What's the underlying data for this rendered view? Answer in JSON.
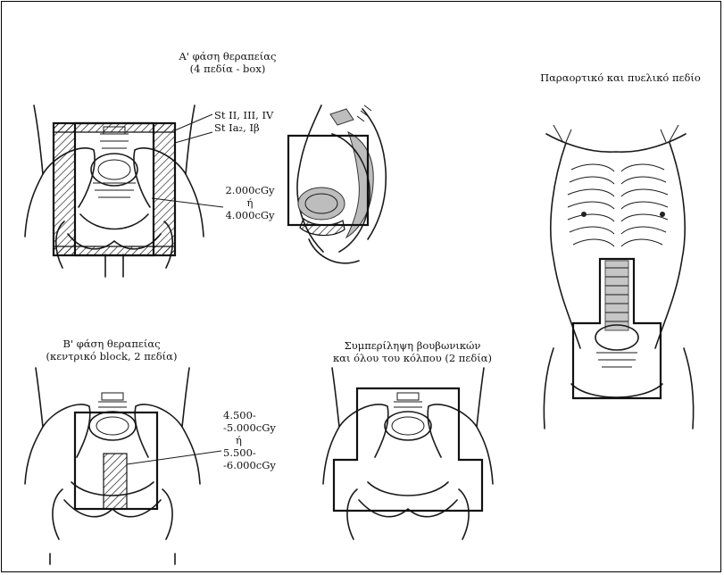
{
  "panels": {
    "phase_a": {
      "title_line1": "A' φάση θεραπείας",
      "title_line2": "(4 πεδία - box)"
    },
    "stage_labels": {
      "st_high": "St II, III, IV",
      "st_low": "St Ia₂, Iβ"
    },
    "dose_a": {
      "line1": "2.000cGy",
      "line2": "ή",
      "line3": "4.000cGy"
    },
    "phase_b": {
      "title_line1": "B' φάση θεραπείας",
      "title_line2": "(κεντρικό block, 2 πεδία)"
    },
    "dose_b": {
      "line1": "4.500-",
      "line2": "-5.000cGy",
      "line3": "ή",
      "line4": "5.500-",
      "line5": "-6.000cGy"
    },
    "inguinal": {
      "title_line1": "Συμπερίληψη βουβωνικών",
      "title_line2": "και όλου του κόλπου (2 πεδία)"
    },
    "para_aortic": {
      "title": "Παραορτικό και πυελικό πεδίο"
    }
  }
}
